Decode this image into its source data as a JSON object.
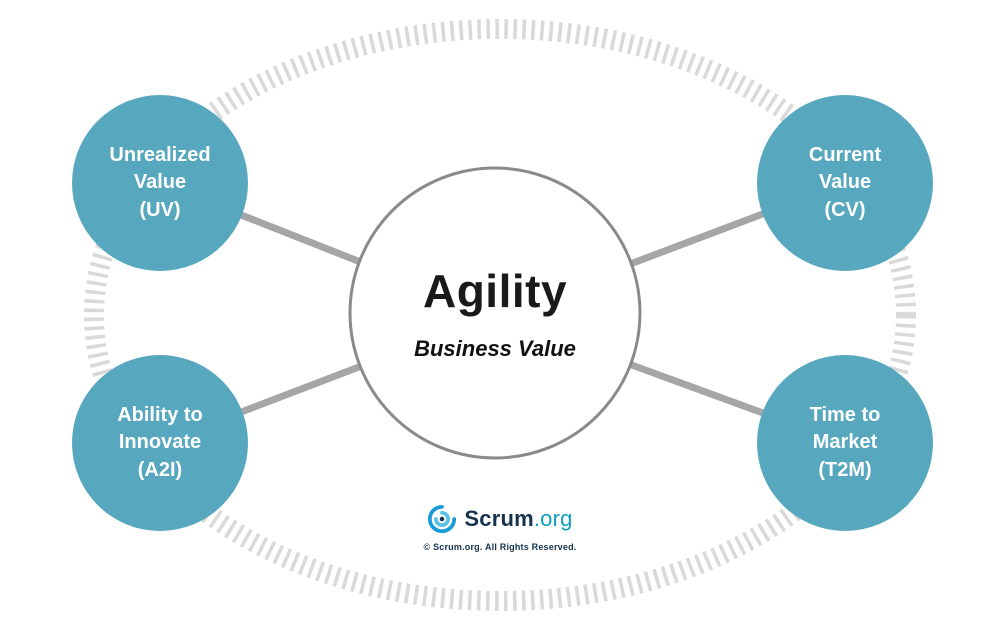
{
  "diagram": {
    "center": {
      "title": "Agility",
      "subtitle": "Business Value"
    },
    "nodes": [
      {
        "name": "unrealized-value",
        "line1": "Unrealized",
        "line2": "Value",
        "line3": "(UV)"
      },
      {
        "name": "current-value",
        "line1": "Current",
        "line2": "Value",
        "line3": "(CV)"
      },
      {
        "name": "ability-to-innovate",
        "line1": "Ability to",
        "line2": "Innovate",
        "line3": "(A2I)"
      },
      {
        "name": "time-to-market",
        "line1": "Time to",
        "line2": "Market",
        "line3": "(T2M)"
      }
    ]
  },
  "footer": {
    "brand_scrum": "Scrum",
    "brand_org": ".org",
    "copyright": "© Scrum.org. All Rights Reserved."
  },
  "colors": {
    "node_fill": "#57A7BF",
    "ring": "#D9D9D9",
    "connector": "#A6A6A6",
    "center_border": "#8A8A8A",
    "brand_dark": "#16324C",
    "brand_teal": "#0E9FC0"
  }
}
